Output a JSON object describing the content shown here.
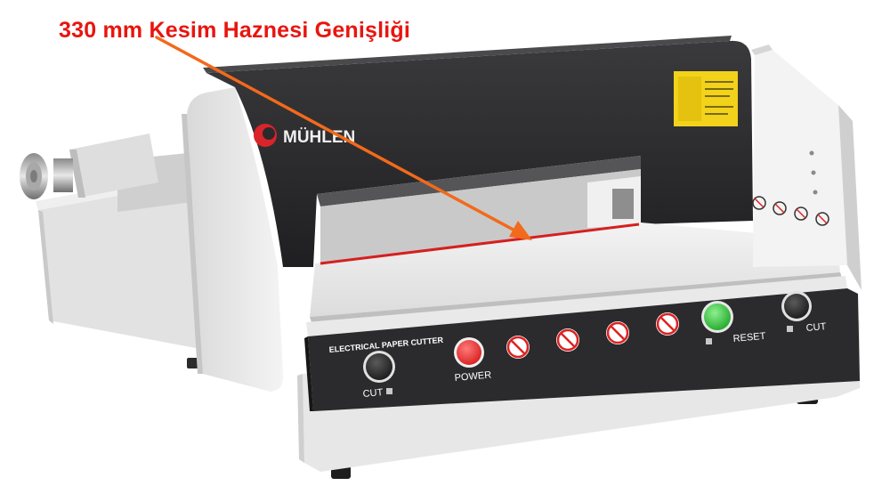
{
  "headline": {
    "text": "330 mm Kesim Haznesi Genişliği"
  },
  "machine": {
    "brand": "MÜHLEN",
    "panel_title": "ELECTRICAL PAPER CUTTER",
    "buttons": {
      "cut_left_label": "CUT",
      "power_label": "POWER",
      "reset_label": "RESET",
      "cut_right_label": "CUT"
    }
  },
  "colors": {
    "headline": "#e8150f",
    "arrow": "#f26a1b",
    "laser_line": "#d61f1f",
    "power_button": "#e63030",
    "reset_button": "#35c13c",
    "cut_button": "#303030",
    "body_dark": "#2a2a2c",
    "body_light": "#e7e7e7",
    "warning_sticker": "#f2d21a"
  },
  "icons": [
    "mühlen-logo-icon",
    "warning-sticker-icon",
    "no-hands-icon",
    "safety-pictogram-icon"
  ]
}
